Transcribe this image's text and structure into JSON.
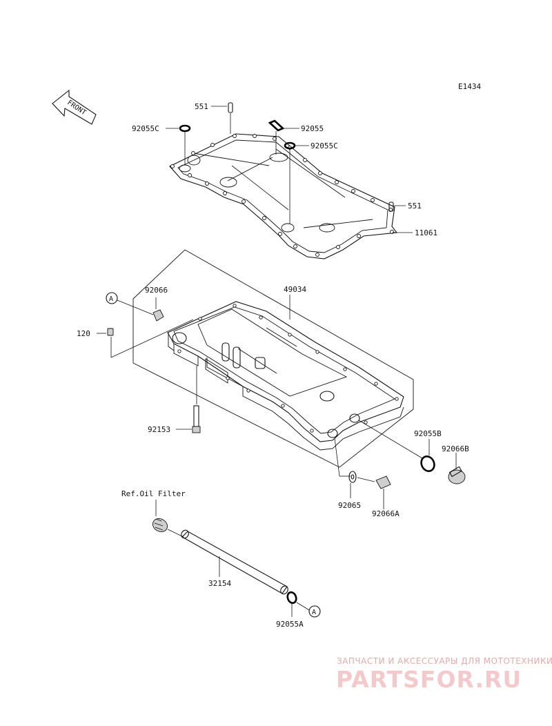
{
  "diagram_code": "E1434",
  "front_label": "FRONT",
  "ref_marker": "A",
  "parts": {
    "p551_top": "551",
    "p92055c_left": "92055C",
    "p92055": "92055",
    "p92055c_right": "92055C",
    "p551_right": "551",
    "p11061": "11061",
    "p92066": "92066",
    "p49034": "49034",
    "p120": "120",
    "p92153": "92153",
    "p92055b": "92055B",
    "p92066b": "92066B",
    "p92065": "92065",
    "p92066a": "92066A",
    "ref_oil_filter": "Ref.Oil Filter",
    "p32154": "32154",
    "p92055a": "92055A"
  },
  "watermark": {
    "top": "ЗАПЧАСТИ И АКСЕССУАРЫ ДЛЯ МОТОТЕХНИКИ",
    "brand": "PARTSFOR.RU"
  }
}
